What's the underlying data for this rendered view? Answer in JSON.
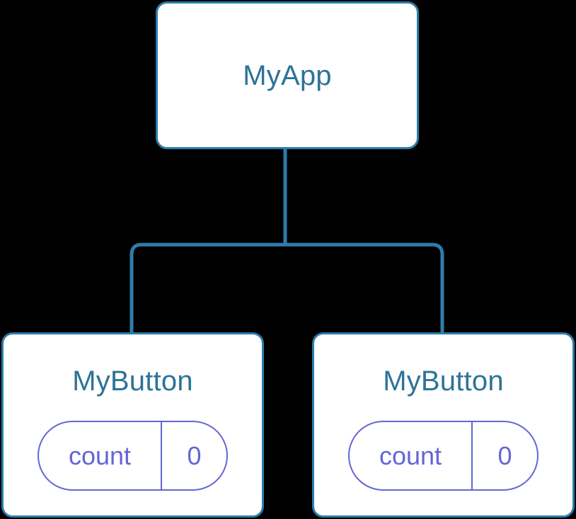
{
  "diagram": {
    "type": "component-tree",
    "background_color": "#000000",
    "node_border_color": "#2e7cad",
    "node_fill_color": "#ffffff",
    "node_title_color": "#2d7398",
    "edge_color": "#2e7cad",
    "state_color": "#6366d6",
    "root": {
      "id": "myapp",
      "label": "MyApp"
    },
    "children": [
      {
        "id": "mybutton-left",
        "label": "MyButton",
        "state": {
          "key": "count",
          "value": "0"
        }
      },
      {
        "id": "mybutton-right",
        "label": "MyButton",
        "state": {
          "key": "count",
          "value": "0"
        }
      }
    ],
    "edges": [
      {
        "from": "myapp",
        "to": "mybutton-left"
      },
      {
        "from": "myapp",
        "to": "mybutton-right"
      }
    ]
  }
}
